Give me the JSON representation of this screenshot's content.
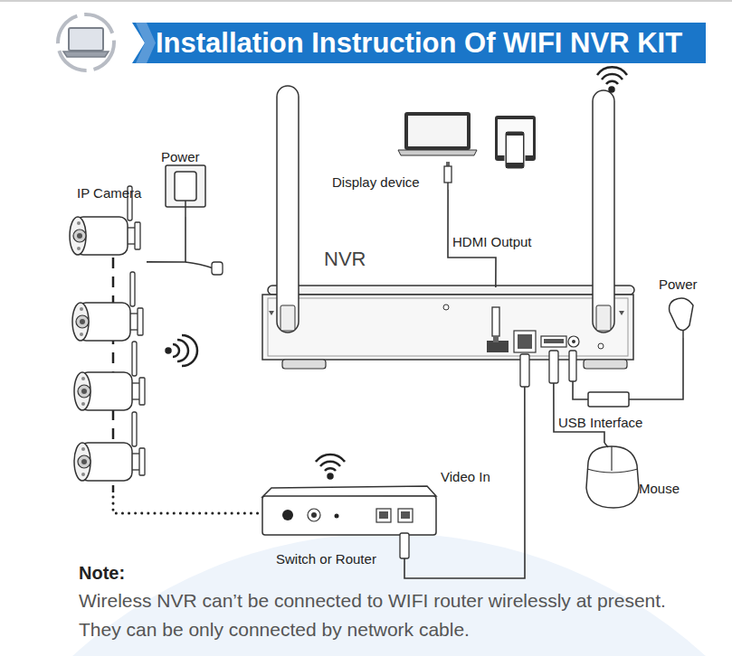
{
  "diagram": {
    "title": "Installation Instruction Of WIFI NVR KIT",
    "nodes": [
      {
        "text": [
          "IP Camera"
        ]
      },
      {
        "text": [
          "Power"
        ]
      },
      {
        "text": [
          "Display device"
        ]
      },
      {
        "text": [
          "NVR"
        ]
      },
      {
        "text": [
          "Power"
        ]
      },
      {
        "text": [
          "Mouse"
        ]
      },
      {
        "text": [
          "Switch or Router"
        ]
      }
    ],
    "edges": [
      {
        "from": 1,
        "to": 0,
        "arrow": "none"
      },
      {
        "from": 3,
        "to": 2,
        "label": "HDMI Output",
        "arrow": "none"
      },
      {
        "from": 3,
        "to": 4,
        "arrow": "none"
      },
      {
        "from": 3,
        "to": 5,
        "label": "USB Interface",
        "arrow": "none"
      },
      {
        "from": 6,
        "to": 3,
        "label": "Video In",
        "arrow": "none"
      },
      {
        "from": 0,
        "to": 6,
        "arrow": "none"
      }
    ],
    "labels": [
      "Note:",
      "Wireless NVR can’t be connected to WIFI router wirelessly at present. They can be only connected by network cable."
    ]
  }
}
